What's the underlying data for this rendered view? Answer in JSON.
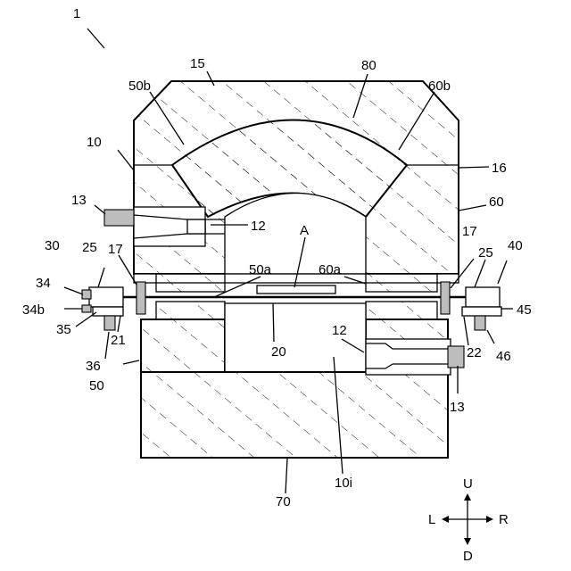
{
  "figure": {
    "reference_numeral": "1",
    "labels": {
      "l15": "15",
      "l80": "80",
      "l50b": "50b",
      "l60b": "60b",
      "l10": "10",
      "l16": "16",
      "l13_top": "13",
      "l12_top": "12",
      "l60": "60",
      "l_A": "A",
      "l30": "30",
      "l25_left": "25",
      "l17_left": "17",
      "l50a": "50a",
      "l60a": "60a",
      "l17_right": "17",
      "l25_right": "25",
      "l40": "40",
      "l34": "34",
      "l34b": "34b",
      "l35": "35",
      "l21": "21",
      "l36": "36",
      "l20": "20",
      "l12_bottom": "12",
      "l22": "22",
      "l45": "45",
      "l46": "46",
      "l50": "50",
      "l13_bottom": "13",
      "l10i": "10i",
      "l70": "70"
    },
    "directions": {
      "up": "U",
      "down": "D",
      "left": "L",
      "right": "R"
    }
  }
}
